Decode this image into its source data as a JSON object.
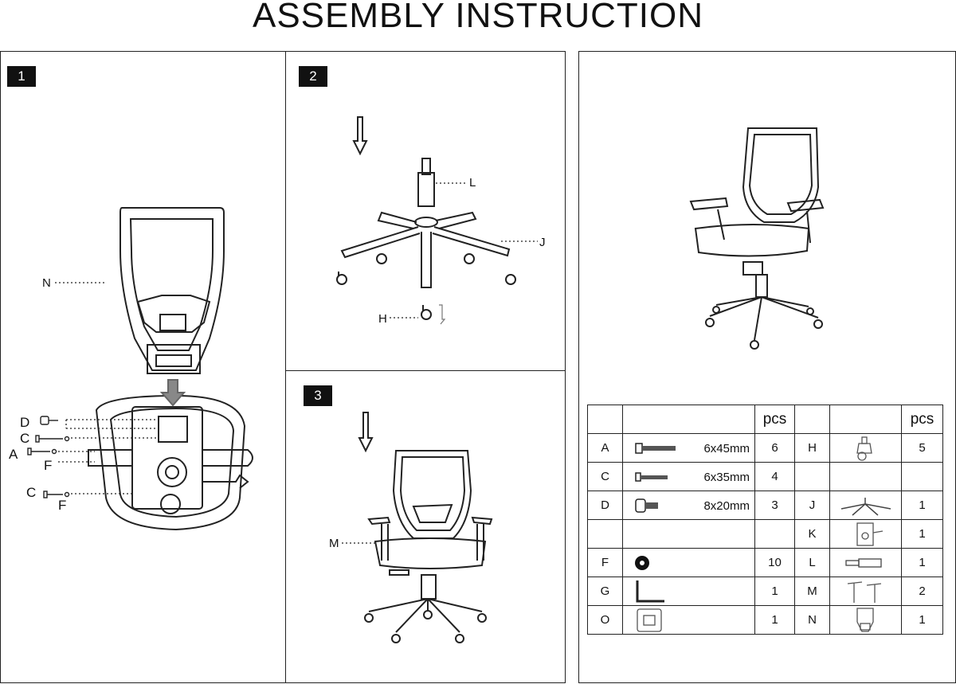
{
  "title": "ASSEMBLY  INSTRUCTION",
  "steps": [
    {
      "number": "1",
      "labels": {
        "n": "N",
        "d": "D",
        "c1": "C",
        "a": "A",
        "f1": "F",
        "c2": "C",
        "f2": "F"
      }
    },
    {
      "number": "2",
      "labels": {
        "l": "L",
        "j": "J",
        "h": "H"
      }
    },
    {
      "number": "3",
      "labels": {
        "m": "M"
      }
    }
  ],
  "parts_table": {
    "header": {
      "pcs_left": "pcs",
      "pcs_right": "pcs"
    },
    "rows": [
      {
        "left_letter": "A",
        "left_size": "6x45mm",
        "left_pcs": "6",
        "left_icon": "long-bolt-icon",
        "right_letter": "H",
        "right_pcs": "5",
        "right_icon": "caster-icon"
      },
      {
        "left_letter": "C",
        "left_size": "6x35mm",
        "left_pcs": "4",
        "left_icon": "medium-bolt-icon",
        "right_letter": "",
        "right_pcs": "",
        "right_icon": ""
      },
      {
        "left_letter": "D",
        "left_size": "8x20mm",
        "left_pcs": "3",
        "left_icon": "short-bolt-icon",
        "right_letter": "J",
        "right_pcs": "1",
        "right_icon": "star-base-icon"
      },
      {
        "left_letter": "",
        "left_size": "",
        "left_pcs": "",
        "left_icon": "",
        "right_letter": "K",
        "right_pcs": "1",
        "right_icon": "mechanism-icon"
      },
      {
        "left_letter": "F",
        "left_size": "",
        "left_pcs": "10",
        "left_icon": "washer-icon",
        "right_letter": "L",
        "right_pcs": "1",
        "right_icon": "gas-cylinder-icon"
      },
      {
        "left_letter": "G",
        "left_size": "",
        "left_pcs": "1",
        "left_icon": "allen-key-icon",
        "right_letter": "M",
        "right_pcs": "2",
        "right_icon": "armrest-icon"
      },
      {
        "left_letter": "O",
        "left_size": "",
        "left_pcs": "1",
        "left_icon": "bracket-icon",
        "right_letter": "N",
        "right_pcs": "1",
        "right_icon": "backrest-icon"
      }
    ]
  }
}
